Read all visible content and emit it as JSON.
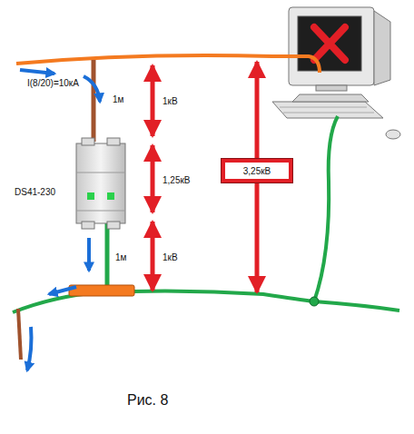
{
  "diagram": {
    "caption": "Рис. 8",
    "nodes": [
      {
        "text": [
          "3,25кВ"
        ]
      }
    ],
    "labels": [
      "I(8/20)=10кА",
      "1м",
      "1кВ",
      "DS41-230",
      "1,25кВ",
      "1м",
      "1кВ"
    ]
  }
}
